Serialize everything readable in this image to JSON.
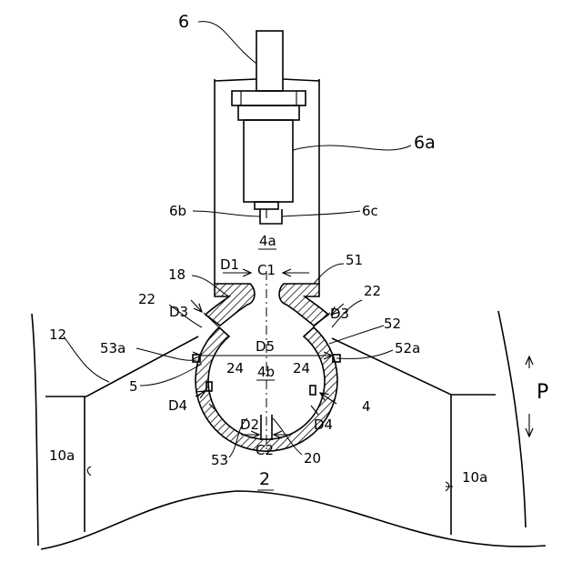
{
  "diagram": {
    "labels": {
      "l6": "6",
      "l6a": "6a",
      "l6b": "6b",
      "l6c": "6c",
      "l4a": "4a",
      "l18": "18",
      "lD1": "D1",
      "lC1": "C1",
      "l51": "51",
      "l22_left": "22",
      "l22_right": "22",
      "lD3_left": "D3",
      "lD3_right": "D3",
      "l12": "12",
      "l52": "52",
      "l53a": "53a",
      "lD5": "D5",
      "l52a": "52a",
      "l24_left": "24",
      "l4b": "4b",
      "l24_right": "24",
      "l5": "5",
      "l4": "4",
      "lD4_left": "D4",
      "lD4_right": "D4",
      "lD2": "D2",
      "lC2": "C2",
      "l53": "53",
      "l20": "20",
      "l2": "2",
      "l10a_left": "10a",
      "l10a_right": "10a",
      "lP": "P"
    }
  }
}
